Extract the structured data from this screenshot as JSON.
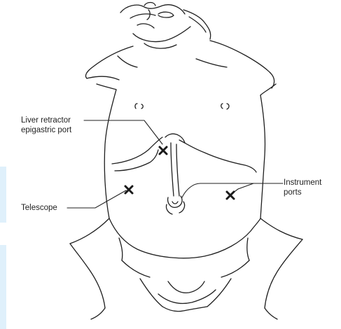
{
  "labels": {
    "liver_line1": "Liver retractor",
    "liver_line2": "epigastric port",
    "instrument_line1": "Instrument",
    "instrument_line2": "ports",
    "telescope": "Telescope"
  },
  "colors": {
    "line": "#1f1f1f",
    "text": "#222222",
    "accent_bar": "#dff0fb"
  },
  "port_markers": [
    "liver-retractor-port",
    "telescope-port",
    "instrument-port-umbilical",
    "instrument-port-left"
  ]
}
